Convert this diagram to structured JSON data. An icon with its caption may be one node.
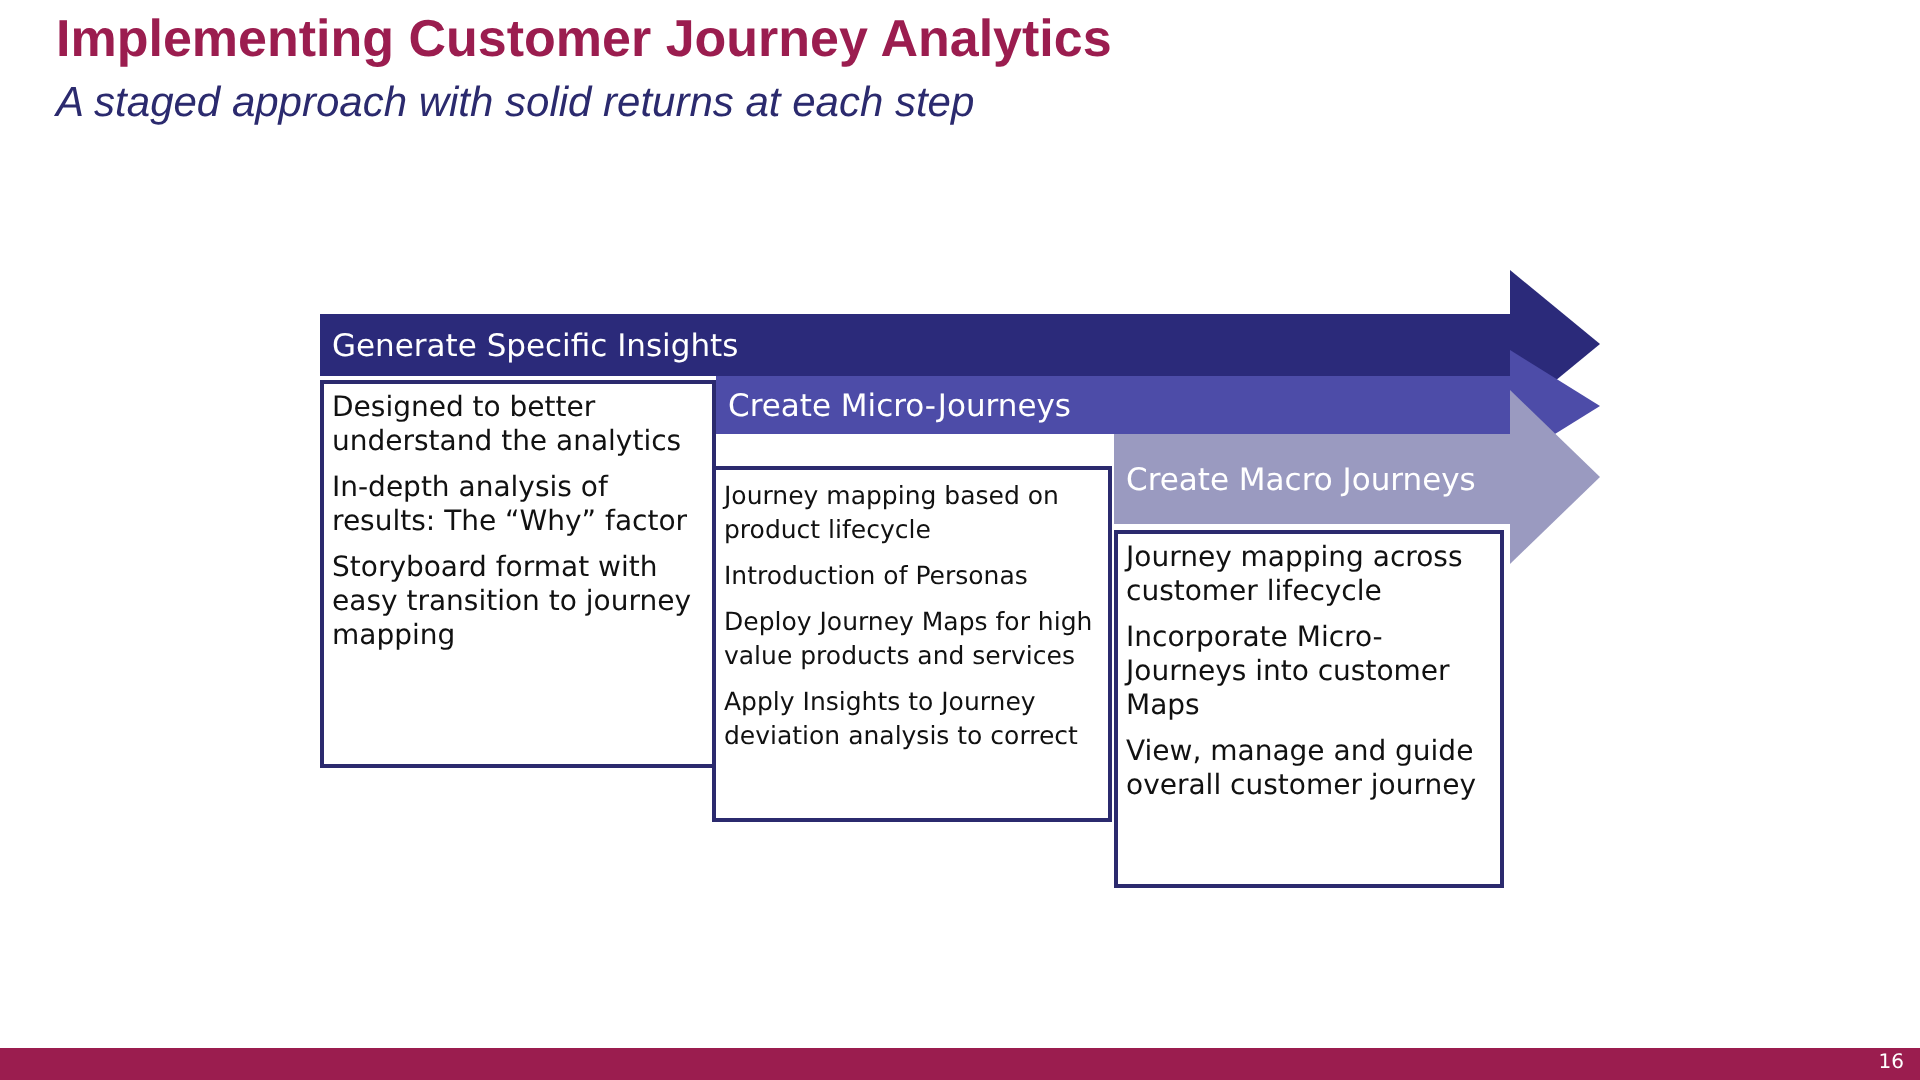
{
  "diagram": {
    "title": "Implementing Customer Journey Analytics",
    "nodes": [
      {
        "text": [
          "Generate Specific Insights"
        ]
      },
      {
        "text": [
          "Designed to better understand the analytics",
          "In-depth analysis of results:  The “Why” factor",
          "Storyboard format with easy transition to journey mapping"
        ]
      },
      {
        "text": [
          "Create Micro-Journeys"
        ]
      },
      {
        "text": [
          "Journey mapping based on product lifecycle",
          "Introduction of Personas",
          "Deploy Journey Maps for high value products and services",
          "Apply Insights to Journey deviation analysis to correct"
        ]
      },
      {
        "text": [
          "Create Macro Journeys"
        ]
      },
      {
        "text": [
          "Journey mapping across customer lifecycle",
          "Incorporate Micro-Journeys into customer Maps",
          "View, manage and guide overall customer journey"
        ]
      }
    ],
    "labels": [
      "A staged approach with solid returns at each step",
      "16"
    ]
  }
}
